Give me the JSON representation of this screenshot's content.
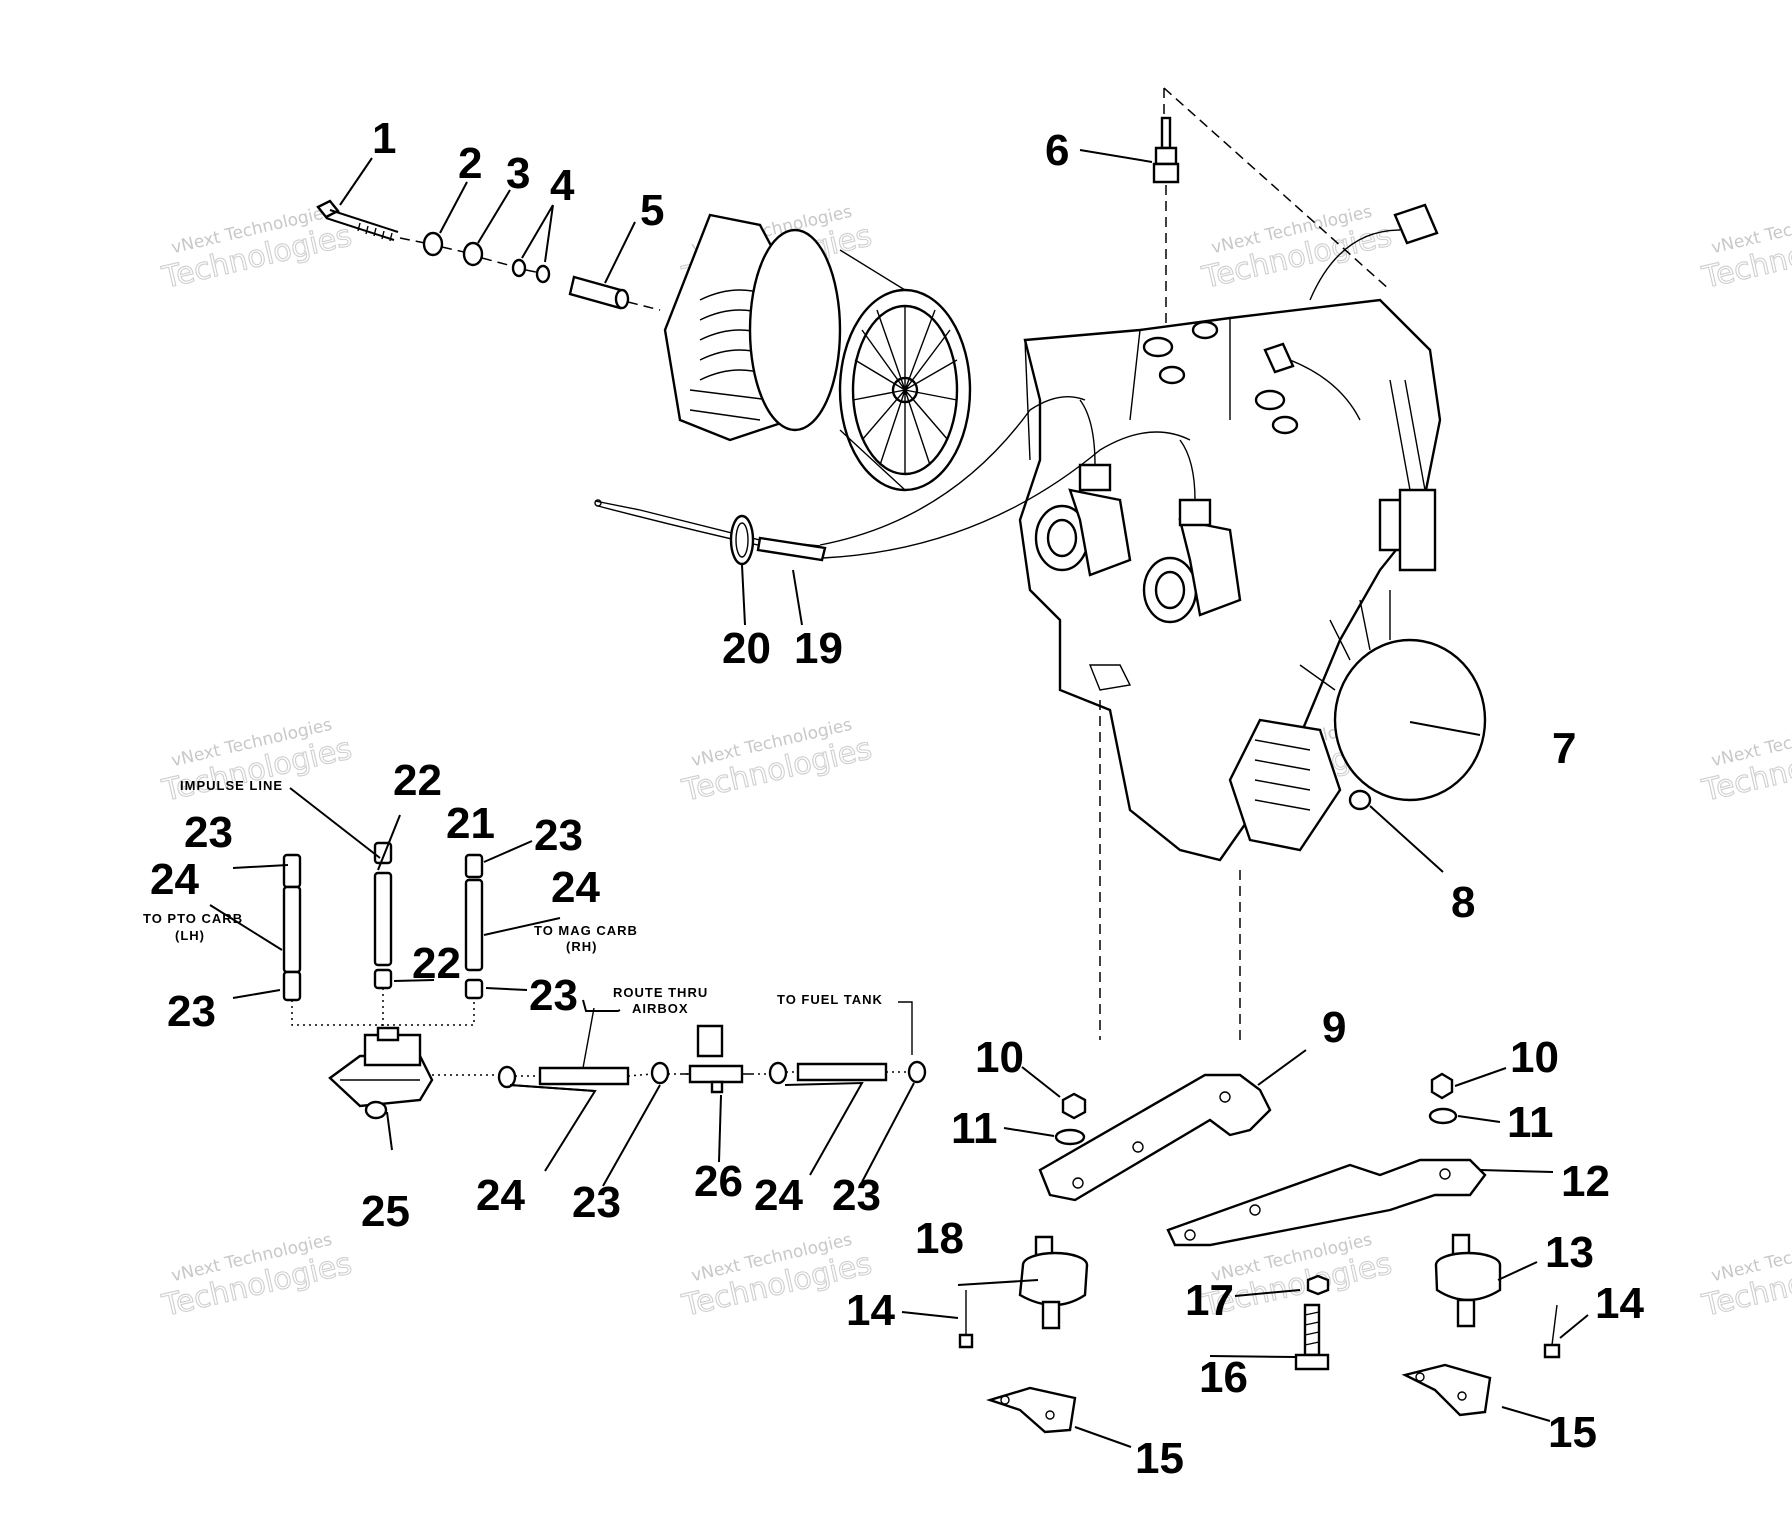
{
  "watermark": {
    "line1": "vNext Technologies",
    "line2": "Technologies"
  },
  "callouts": {
    "c1": "1",
    "c2": "2",
    "c3": "3",
    "c4": "4",
    "c5": "5",
    "c6": "6",
    "c7": "7",
    "c8": "8",
    "c9": "9",
    "c10a": "10",
    "c10b": "10",
    "c11a": "11",
    "c11b": "11",
    "c12": "12",
    "c13": "13",
    "c14a": "14",
    "c14b": "14",
    "c15a": "15",
    "c15b": "15",
    "c16": "16",
    "c17": "17",
    "c18": "18",
    "c19": "19",
    "c20": "20",
    "c21": "21",
    "c22a": "22",
    "c22b": "22",
    "c23a": "23",
    "c23b": "23",
    "c23c": "23",
    "c23d": "23",
    "c23e": "23",
    "c23f": "23",
    "c24a": "24",
    "c24b": "24",
    "c24c": "24",
    "c24d": "24",
    "c25": "25",
    "c26": "26"
  },
  "notes": {
    "impulse_line": "IMPULSE LINE",
    "to_pto_carb": "TO PTO CARB",
    "lh": "(LH)",
    "to_mag_carb": "TO MAG CARB",
    "rh": "(RH)",
    "route_thru": "ROUTE THRU",
    "airbox": "AIRBOX",
    "to_fuel_tank": "TO FUEL TANK"
  }
}
